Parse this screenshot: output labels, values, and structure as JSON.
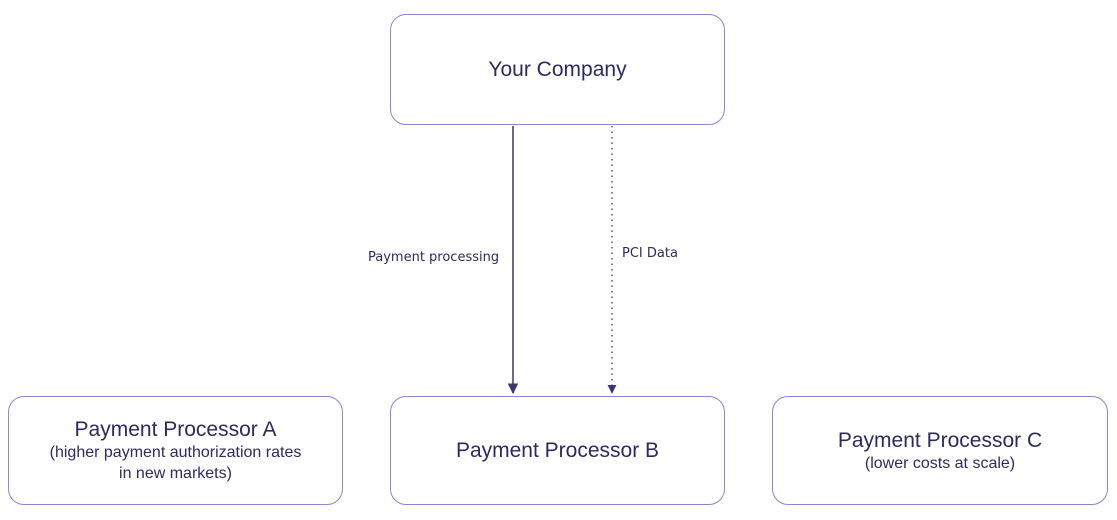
{
  "nodes": {
    "company": {
      "title": "Your Company"
    },
    "processor_a": {
      "title": "Payment Processor A",
      "subtitle_line1": "(higher payment authorization rates",
      "subtitle_line2": "in new markets)"
    },
    "processor_b": {
      "title": "Payment Processor B"
    },
    "processor_c": {
      "title": "Payment Processor C",
      "subtitle": "(lower costs at scale)"
    }
  },
  "edges": {
    "payment_processing": {
      "label": "Payment processing",
      "style": "solid"
    },
    "pci_data": {
      "label": "PCI Data",
      "style": "dotted"
    }
  },
  "colors": {
    "node_border": "#8b86d6",
    "text": "#2e2a5e",
    "edge": "#3b3670"
  }
}
